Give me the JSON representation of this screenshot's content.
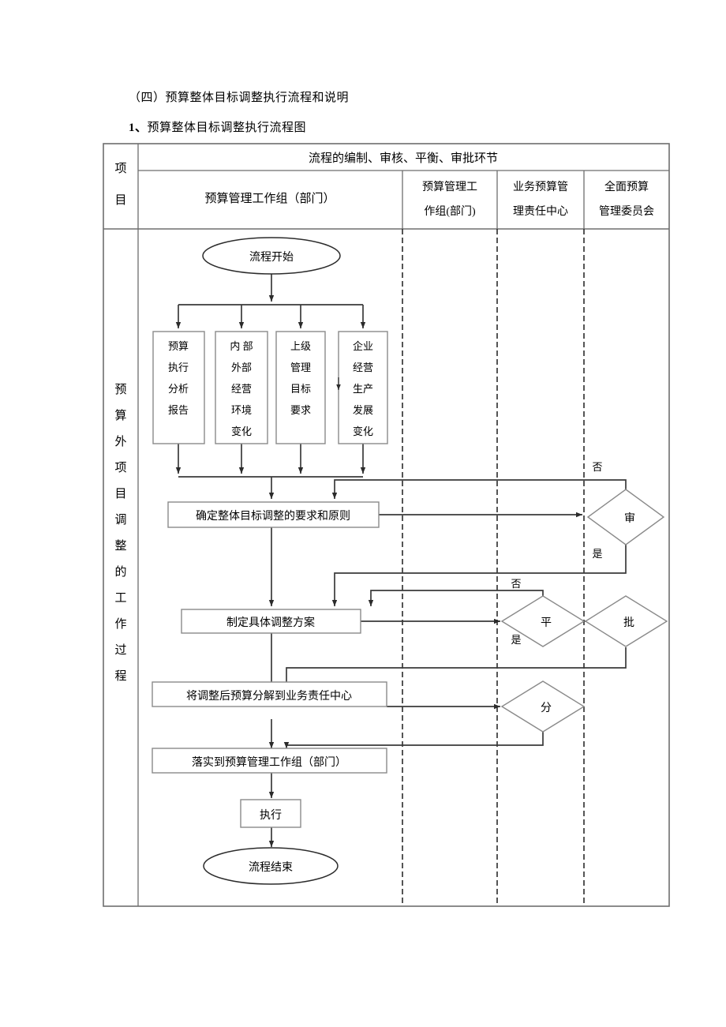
{
  "document": {
    "heading_1": "（四）预算整体目标调整执行流程和说明",
    "heading_2_number": "1、",
    "heading_2_text": "预算整体目标调整执行流程图"
  },
  "table": {
    "row_label_col_header": "项 目",
    "banner": "流程的编制、审核、平衡、审批环节",
    "columns": [
      {
        "id": "col-main",
        "label": "预算管理工作组（部门）"
      },
      {
        "id": "col-2",
        "line1": "预算管理工",
        "line2": "作组(部门)"
      },
      {
        "id": "col-3",
        "line1": "业务预算管",
        "line2": "理责任中心"
      },
      {
        "id": "col-4",
        "line1": "全面预算",
        "line2": "管理委员会"
      }
    ],
    "row_label": "预算外项目调整的工作过程"
  },
  "flowchart": {
    "start": "流程开始",
    "end": "流程结束",
    "inputs": [
      {
        "id": "input-1",
        "text": "预算执行分析报告"
      },
      {
        "id": "input-2",
        "text": "内 部外部经营环境变化"
      },
      {
        "id": "input-3",
        "text": "上级管理目标要求"
      },
      {
        "id": "input-4",
        "text": "企业经营生产发展变化"
      }
    ],
    "steps": [
      {
        "id": "step-principles",
        "text": "确定整体目标调整的要求和原则"
      },
      {
        "id": "step-plan",
        "text": "制定具体调整方案"
      },
      {
        "id": "step-decompose",
        "text": "将调整后预算分解到业务责任中心"
      },
      {
        "id": "step-implement",
        "text": "落实到预算管理工作组（部门）"
      },
      {
        "id": "step-execute",
        "text": "执行"
      }
    ],
    "decisions": [
      {
        "id": "decision-review",
        "label": "审",
        "yes": "是",
        "no": "否"
      },
      {
        "id": "decision-balance",
        "label": "平",
        "yes": "是",
        "no": "否"
      },
      {
        "id": "decision-approve",
        "label": "批"
      },
      {
        "id": "decision-allocate",
        "label": "分"
      }
    ]
  },
  "colors": {
    "line": "#555555",
    "stroke_dark": "#1a1a1a",
    "border": "#808080",
    "text": "#000000"
  }
}
